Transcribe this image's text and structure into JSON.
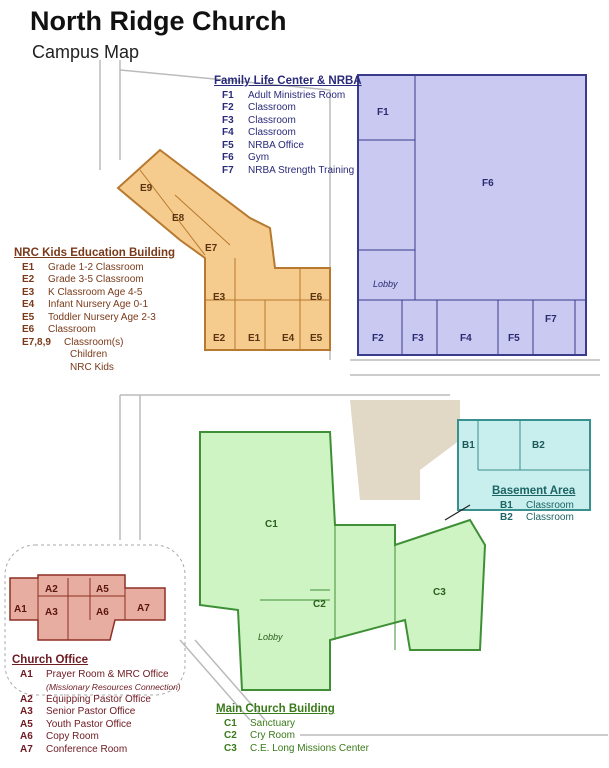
{
  "header": {
    "title": "North Ridge Church",
    "subtitle": "Campus Map"
  },
  "colors": {
    "family": "#c9c9f2",
    "family_line": "#3b3b8c",
    "kids": "#f6cc8e",
    "kids_line": "#b7792f",
    "church": "#cdf4c2",
    "church_line": "#3f8f36",
    "basement": "#c8eeee",
    "basement_line": "#3a8f8f",
    "office": "#e6ada0",
    "office_line": "#8e2f25"
  },
  "family_life": {
    "heading": "Family Life Center & NRBA",
    "items": [
      {
        "code": "F1",
        "label": "Adult Ministries Room"
      },
      {
        "code": "F2",
        "label": "Classroom"
      },
      {
        "code": "F3",
        "label": "Classroom"
      },
      {
        "code": "F4",
        "label": "Classroom"
      },
      {
        "code": "F5",
        "label": "NRBA Office"
      },
      {
        "code": "F6",
        "label": "Gym"
      },
      {
        "code": "F7",
        "label": "NRBA Strength Training"
      }
    ],
    "lobby": "Lobby"
  },
  "kids": {
    "heading": "NRC Kids Education Building",
    "items": [
      {
        "code": "E1",
        "label": "Grade 1-2 Classroom"
      },
      {
        "code": "E2",
        "label": "Grade 3-5 Classroom"
      },
      {
        "code": "E3",
        "label": "K Classroom Age 4-5"
      },
      {
        "code": "E4",
        "label": "Infant Nursery Age 0-1"
      },
      {
        "code": "E5",
        "label": "Toddler Nursery Age 2-3"
      },
      {
        "code": "E6",
        "label": "Classroom"
      },
      {
        "code": "E7,8,9",
        "label": "Classroom(s)"
      }
    ],
    "extra": [
      "Children",
      "NRC Kids"
    ],
    "rooms": [
      "E1",
      "E2",
      "E3",
      "E4",
      "E5",
      "E6",
      "E7",
      "E8",
      "E9"
    ]
  },
  "basement": {
    "heading": "Basement Area",
    "items": [
      {
        "code": "B1",
        "label": "Classroom"
      },
      {
        "code": "B2",
        "label": "Classroom"
      }
    ]
  },
  "office": {
    "heading": "Church Office",
    "items": [
      {
        "code": "A1",
        "label": "Prayer Room & MRC Office",
        "note": "(Missionary Resources Connection)"
      },
      {
        "code": "A2",
        "label": "Equipping Pastor Office"
      },
      {
        "code": "A3",
        "label": "Senior Pastor Office"
      },
      {
        "code": "A5",
        "label": "Youth Pastor Office"
      },
      {
        "code": "A6",
        "label": "Copy Room"
      },
      {
        "code": "A7",
        "label": "Conference Room"
      }
    ]
  },
  "church": {
    "heading": "Main Church Building",
    "items": [
      {
        "code": "C1",
        "label": "Sanctuary"
      },
      {
        "code": "C2",
        "label": "Cry Room"
      },
      {
        "code": "C3",
        "label": "C.E. Long Missions Center"
      }
    ],
    "lobby": "Lobby"
  }
}
